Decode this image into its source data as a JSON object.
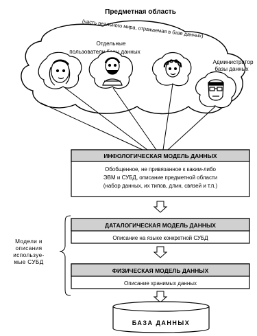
{
  "domain": {
    "title": "Предметная область",
    "subtitle": "(часть реального мира, отражаемая в базе данных)"
  },
  "users": {
    "line1": "Отдельные",
    "line2": "пользователи базы данных"
  },
  "admin": {
    "line1": "Администратор",
    "line2": "базы данных"
  },
  "infological": {
    "title": "ИНФОЛОГИЧЕСКАЯ МОДЕЛЬ ДАННЫХ",
    "line1": "Обобщенное,  не привязанное к каким-либо",
    "line2": "ЭВМ и СУБД, описание предметной области",
    "line3": "(набор данных, их типов, длин, связей и т.п.)"
  },
  "datalogical": {
    "title": "ДАТАЛОГИЧЕСКАЯ МОДЕЛЬ ДАННЫХ",
    "desc": "Описание на языке конкретной СУБД"
  },
  "physical": {
    "title": "ФИЗИЧЕСКАЯ МОДЕЛЬ ДАННЫХ",
    "desc": "Описание хранимых данных"
  },
  "side_label": [
    "Модели и",
    "описания",
    "используе-",
    "мые СУБД"
  ],
  "database": {
    "label": "БАЗА ДАННЫХ"
  },
  "icons": [
    "woman-face-icon",
    "bearded-man-icon",
    "curly-person-icon",
    "glasses-man-icon",
    "down-arrow-icon"
  ]
}
